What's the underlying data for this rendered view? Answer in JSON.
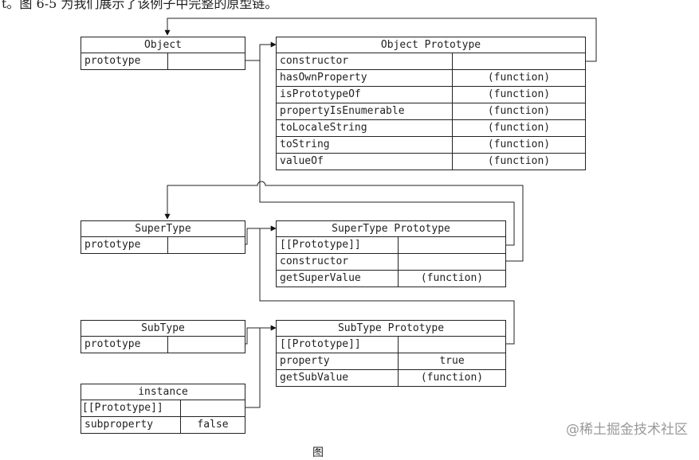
{
  "header_fragment": "t。图 6-5 为我们展示了该例子中完整的原型链。",
  "watermark": "@稀土掘金技术社区",
  "caption_fragment": "图",
  "boxes": {
    "object": {
      "title": "Object",
      "rows": [
        {
          "key": "prototype",
          "value": ""
        }
      ]
    },
    "object_prototype": {
      "title": "Object Prototype",
      "rows": [
        {
          "key": "constructor",
          "value": ""
        },
        {
          "key": "hasOwnProperty",
          "value": "(function)"
        },
        {
          "key": "isPrototypeOf",
          "value": "(function)"
        },
        {
          "key": "propertyIsEnumerable",
          "value": "(function)"
        },
        {
          "key": "toLocaleString",
          "value": "(function)"
        },
        {
          "key": "toString",
          "value": "(function)"
        },
        {
          "key": "valueOf",
          "value": "(function)"
        }
      ]
    },
    "supertype": {
      "title": "SuperType",
      "rows": [
        {
          "key": "prototype",
          "value": ""
        }
      ]
    },
    "supertype_prototype": {
      "title": "SuperType Prototype",
      "rows": [
        {
          "key": "[[Prototype]]",
          "value": ""
        },
        {
          "key": "constructor",
          "value": ""
        },
        {
          "key": "getSuperValue",
          "value": "(function)"
        }
      ]
    },
    "subtype": {
      "title": "SubType",
      "rows": [
        {
          "key": "prototype",
          "value": ""
        }
      ]
    },
    "subtype_prototype": {
      "title": "SubType Prototype",
      "rows": [
        {
          "key": "[[Prototype]]",
          "value": ""
        },
        {
          "key": "property",
          "value": "true"
        },
        {
          "key": "getSubValue",
          "value": "(function)"
        }
      ]
    },
    "instance": {
      "title": "instance",
      "rows": [
        {
          "key": "[[Prototype]]",
          "value": ""
        },
        {
          "key": "subproperty",
          "value": "false"
        }
      ]
    }
  }
}
